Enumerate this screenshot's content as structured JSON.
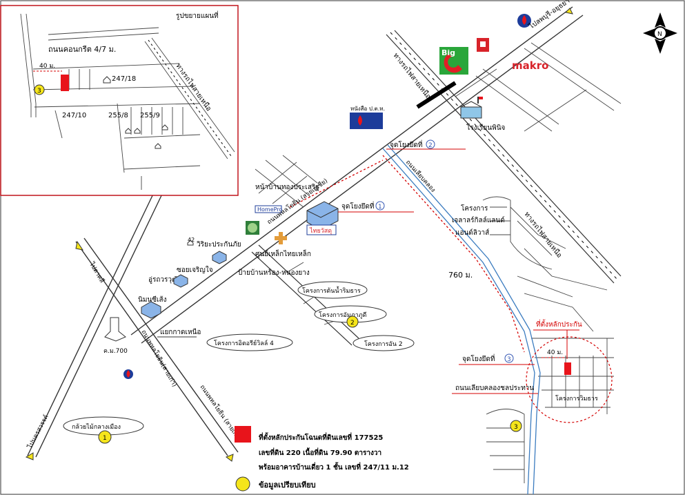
{
  "inset": {
    "title": "รูปขยายแผนที่",
    "road_label": "ถนนคอนกรีต 4/7 ม.",
    "distance": "40 ม.",
    "house_247_18": "247/18",
    "house_247_10": "247/10",
    "house_255_8": "255/8",
    "house_255_9": "255/9",
    "railway": "ทางรถไฟสายเหนือ",
    "comparable_no": "3"
  },
  "map": {
    "road_top_right": "ไปลพบุรี-อยุธยา",
    "railway_upper": "ทางรถไฟสายเหนือ",
    "railway_lower": "ทางรถไฟสายเหนือ",
    "big_c_text": "Big",
    "makro": "makro",
    "ptt_station": "หนังสือ ป.ต.ท.",
    "school": "โรงเรียนพินิจ",
    "point2_label": "จุดโยงยึดที่",
    "point2_no": "2",
    "point1_label": "จุดโยงยึดที่",
    "point1_no": "1",
    "point3_label": "จุดโยงยึดที่",
    "point3_no": "3",
    "market": "หน้าบ้านทองประเสริฐ",
    "homepro": "HomePro",
    "main_road": "ถนนพหลโยธิน (สายเอเชีย)",
    "thai_watsadu": "ไทยวัสดุ",
    "project_right": "โครงการ\nเจลาลร์กิลล์แลนด์\nแอนด์ลิวาส์",
    "school_right": "วิริยะประกันภัย",
    "steel_center": "ศูนย์เหล็กไทยเหล็ก",
    "cross_road": "ป้ายบ้านหร้อง-หนองยาง",
    "project_a": "โครงการต้นน้ำริมธาร",
    "project_b": "โครงการอัมภาภูดี",
    "project_c": "โครงการอัน 2",
    "project_d": "โครงการอิตอรีย์วิลล์ 4",
    "project_e": "โครงการวิมธาร",
    "shop1": "ซอยเจริญใจ",
    "shop2": "อู่รถวรวุฒิ",
    "shop3": "นิมนซีเส้ง",
    "junction": "แยกกาดเหนือ",
    "km": "ค.ม.700",
    "distance_760": "760 ม.",
    "subject_label": "ที่ตั้งหลักประกัน",
    "distance_40": "40 ม.",
    "canal_road": "ถนนเลียบคลองชลประทาน",
    "bottom_left_road": "ไปนครสวรรค์",
    "bottom_road2": "ถนนพหลโยธิน (สายเก่า)",
    "banana": "กล้วยไม้กลางเมือง",
    "comp1": "1",
    "comp2": "2",
    "comp3": "3",
    "road_left_vertical": "ไปตาคลี",
    "road_tag_b": "ถนนพหลโยธิน(สายเก่า)",
    "phone_code": "42"
  },
  "legend": {
    "subject_line1": "ที่ตั้งหลักประกันโฉนดที่ดินเลขที่ 177525",
    "subject_line2": "เลขที่ดิน 220 เนื้อที่ดิน 79.90 ตารางวา",
    "subject_line3": "พร้อมอาคารบ้านเดี่ยว 1 ชั้น เลขที่ 247/11 ม.12",
    "comparable": "ข้อมูลเปรียบเทียบ"
  },
  "compass": {
    "letter": "N"
  },
  "colors": {
    "subject_red": "#e8141b",
    "comparable_yellow": "#f5e51b",
    "inset_border": "#c0131a",
    "canal_blue": "#3a7bbf",
    "big_c_green": "#2aa63a",
    "big_c_red": "#e11f26",
    "makro_red": "#d8232a"
  }
}
